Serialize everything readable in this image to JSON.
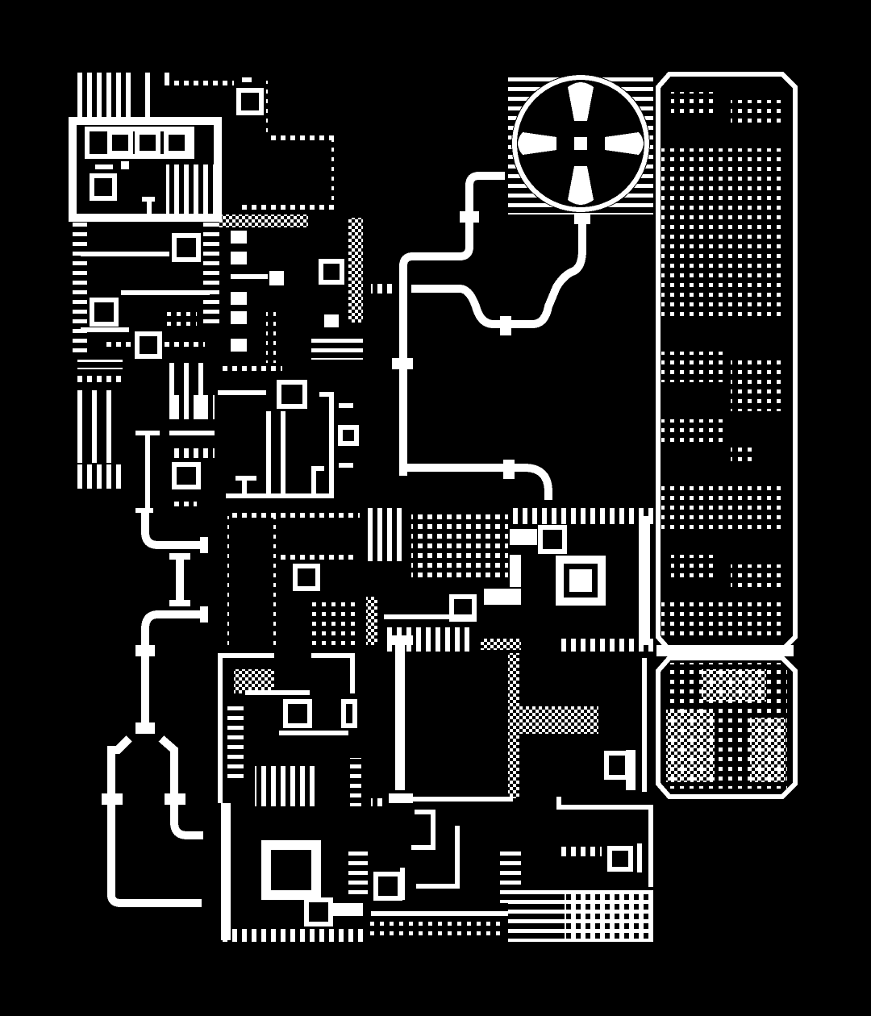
{
  "artwork": {
    "style": "1-bit pixel-art circuitry / machinery",
    "palette": {
      "background": "#000000",
      "foreground": "#ffffff"
    },
    "components": [
      "circuit-blocks",
      "ventilation-fan",
      "pipes",
      "dot-matrix-panel",
      "dither-panel",
      "chip-squares",
      "vent-stripes"
    ]
  }
}
